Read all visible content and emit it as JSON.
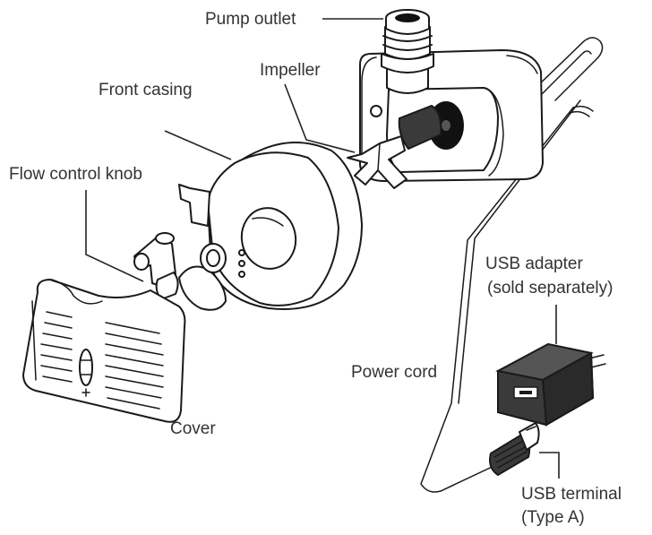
{
  "labels": {
    "pump_outlet": "Pump outlet",
    "impeller": "Impeller",
    "front_casing": "Front casing",
    "flow_control_knob": "Flow control knob",
    "usb_adapter_line1": "USB adapter",
    "usb_adapter_line2": "(sold separately)",
    "power_cord": "Power cord",
    "cover": "Cover",
    "usb_terminal_line1": "USB terminal",
    "usb_terminal_line2": "(Type A)"
  }
}
